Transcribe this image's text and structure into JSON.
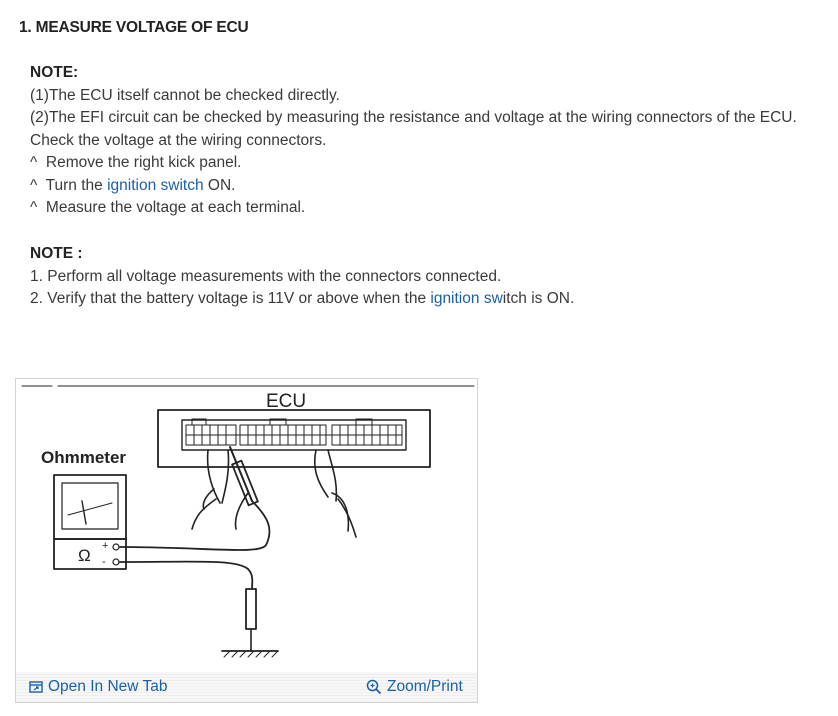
{
  "heading": "1. MEASURE VOLTAGE OF ECU",
  "note1": {
    "label": "NOTE:",
    "lines": [
      "(1)The ECU itself cannot be checked directly.",
      "(2)The EFI circuit can be checked by measuring the resistance and voltage at the wiring connectors of the ECU.",
      "Check the voltage at the wiring connectors."
    ],
    "steps": {
      "bullet": "^",
      "step1": "Remove the right kick panel.",
      "step2_before": "Turn the ",
      "step2_link": "ignition switch",
      "step2_after": " ON.",
      "step3": "Measure the voltage at each terminal."
    }
  },
  "note2": {
    "label": "NOTE :",
    "line1": "1. Perform all voltage measurements with the connectors connected.",
    "line2_before": "2. Verify that the battery voltage is 11V or above when the ",
    "line2_link_a": "ignition",
    "line2_mid": " ",
    "line2_link_b": "sw",
    "line2_after": "itch is ON."
  },
  "figure": {
    "ecu_label": "ECU",
    "meter_label": "Ohmmeter",
    "omega": "Ω",
    "plus": "+",
    "minus": "-",
    "open_tab": "Open In New Tab",
    "zoom": "Zoom/Print",
    "icons": {
      "open": "open-new-tab-icon",
      "zoom": "zoom-in-icon"
    }
  },
  "colors": {
    "link": "#1a5fa8",
    "text": "#3a3a3a",
    "diagram": "#222222"
  }
}
